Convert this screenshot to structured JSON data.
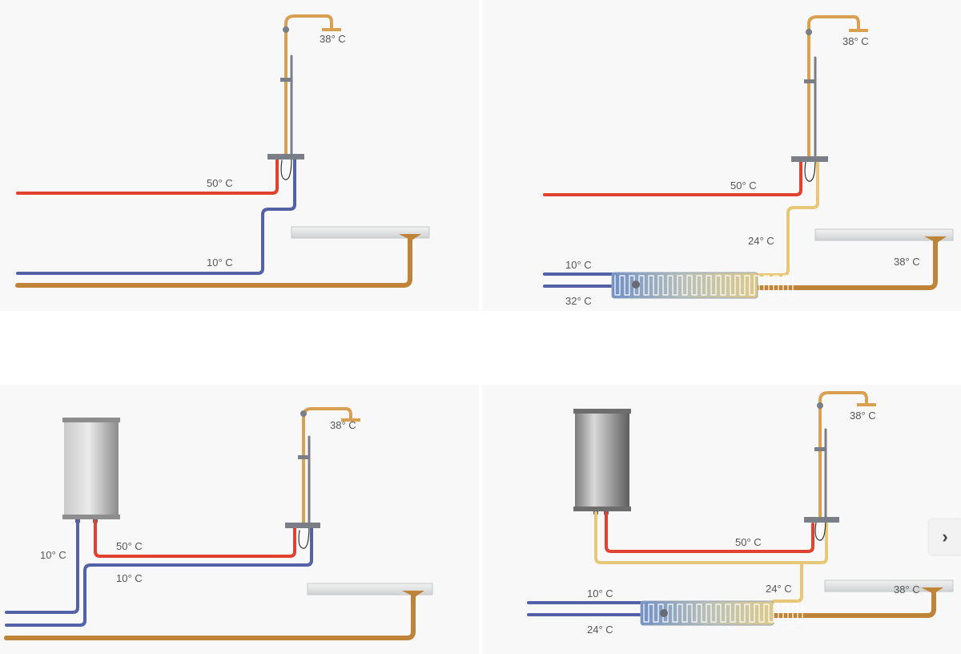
{
  "colors": {
    "hot": "#e0422f",
    "cold": "#5361a8",
    "mixed": "#d9a052",
    "warm": "#e8c877",
    "fixture": "#7a7f87",
    "tray": "#d8dadb",
    "next_button": "#f2f2f2"
  },
  "diagrams": {
    "d1": {
      "shower": "38° C",
      "hot": "50° C",
      "cold": "10° C"
    },
    "d2": {
      "shower": "38° C",
      "hot": "50° C",
      "preheated": "24° C",
      "drain": "38° C",
      "cold_in": "10° C",
      "waste_out": "32° C"
    },
    "d3": {
      "shower": "38° C",
      "hot": "50° C",
      "cold": "10° C",
      "boiler_in": "10° C"
    },
    "d4": {
      "shower": "38° C",
      "hot": "50° C",
      "preheated": "24° C",
      "drain": "38° C",
      "cold_in": "10° C",
      "waste_out": "24° C"
    }
  },
  "controls": {
    "next_icon": "chevron-right-icon",
    "next_glyph": "›"
  }
}
